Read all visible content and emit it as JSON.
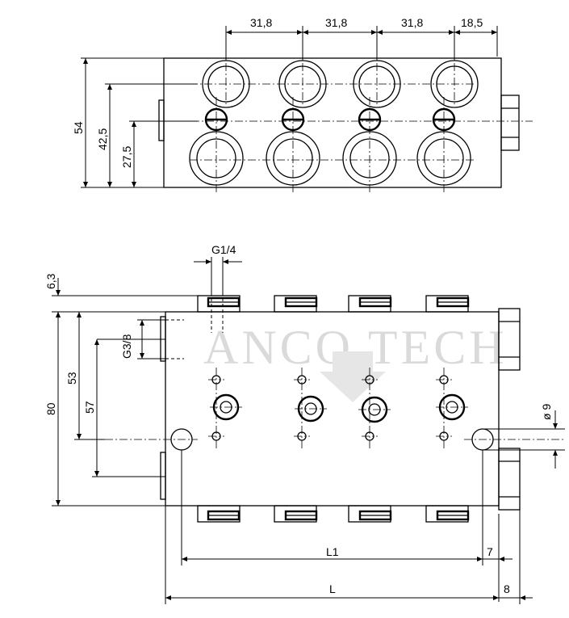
{
  "top_view": {
    "pitch_labels": [
      "31,8",
      "31,8",
      "31,8",
      "18,5"
    ],
    "height_labels": [
      "54",
      "42,5",
      "27,5"
    ],
    "outlet_count": 4
  },
  "front_view": {
    "port_top_label": "G1/4",
    "top_offset_label": "6,3",
    "side_port_label": "G3/8",
    "height_labels": [
      "80",
      "53",
      "57"
    ],
    "hole_label": "ø 9",
    "l1_label": "L1",
    "l1_offset_label": "7",
    "l_label": "L",
    "l_offset_label": "8",
    "outlet_count": 4
  },
  "watermark": {
    "text": "ANCO TECH"
  }
}
